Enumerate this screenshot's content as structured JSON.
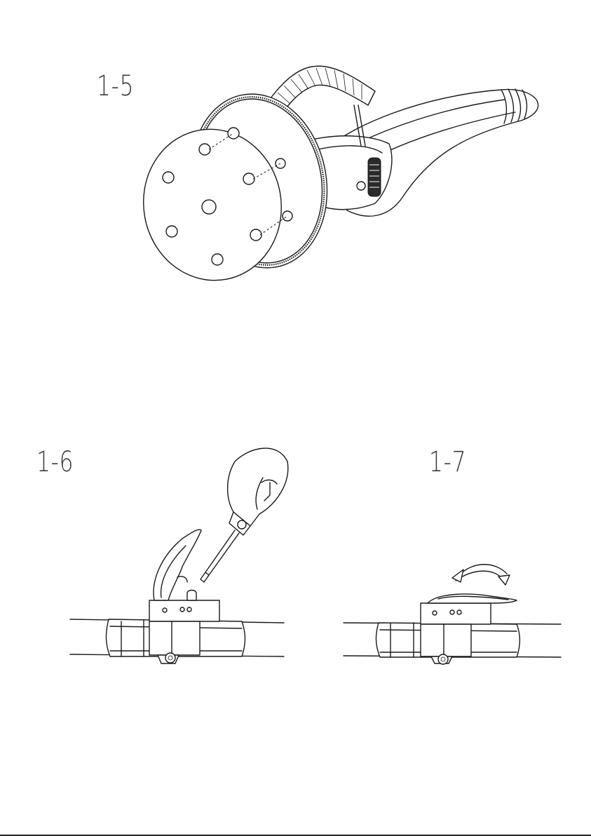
{
  "figures": [
    {
      "id": "fig-1-5",
      "label": "1-5"
    },
    {
      "id": "fig-1-6",
      "label": "1-6"
    },
    {
      "id": "fig-1-7",
      "label": "1-7"
    }
  ]
}
